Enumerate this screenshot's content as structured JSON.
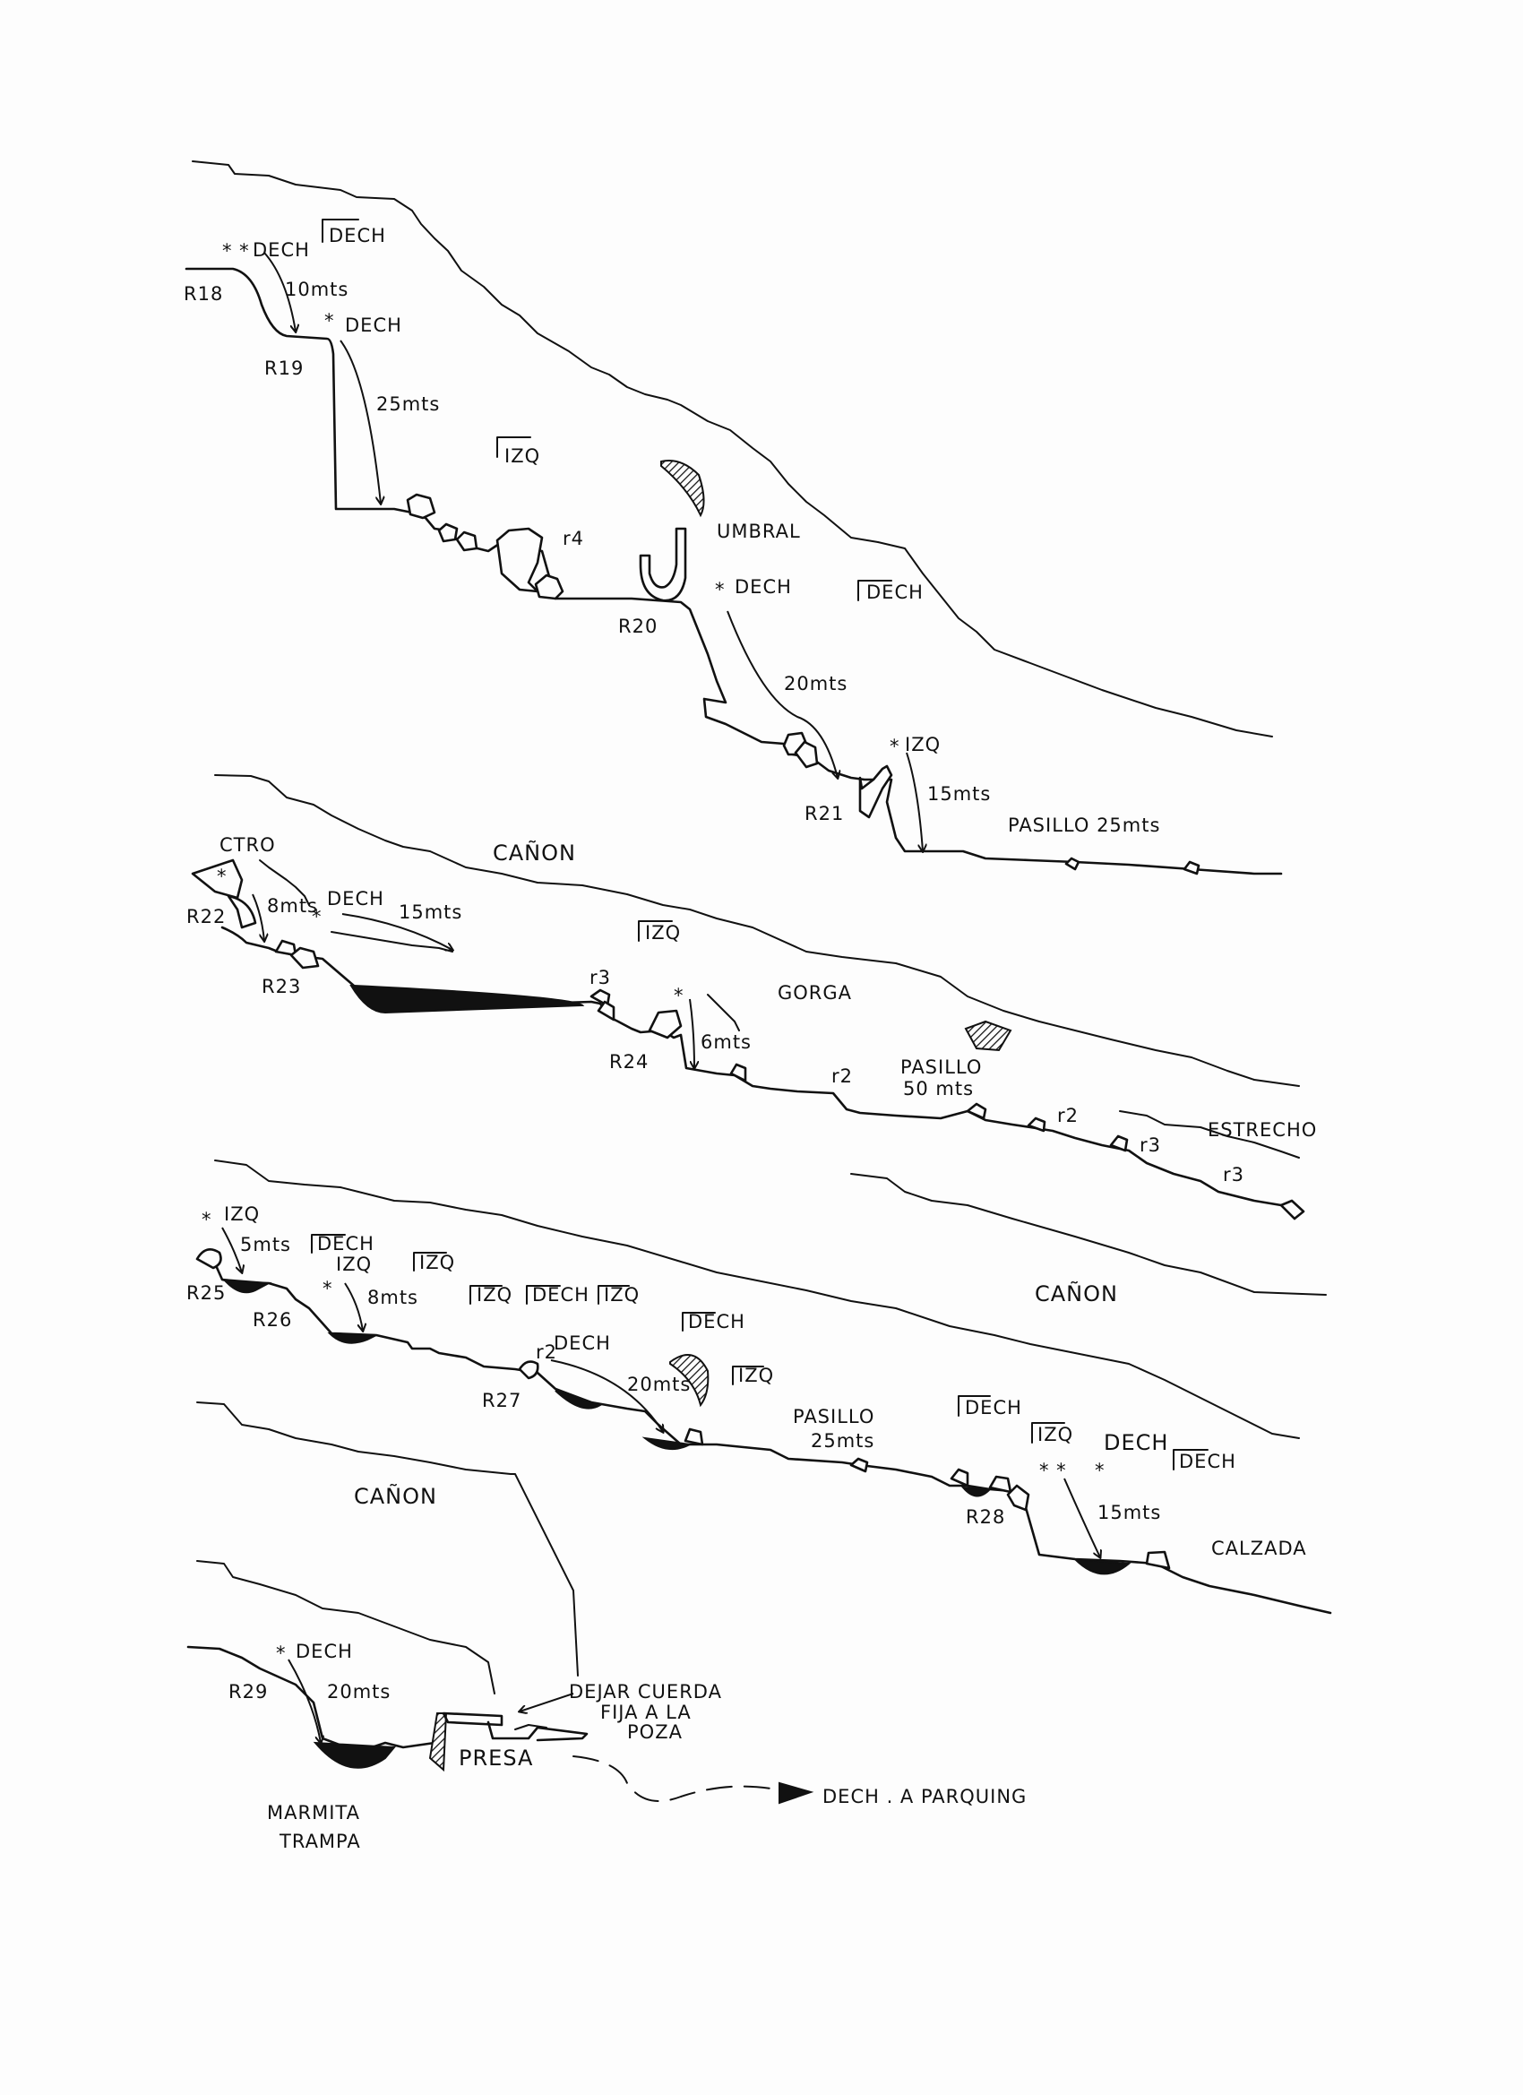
{
  "labels": {
    "r18": "R18",
    "r19": "R19",
    "r20": "R20",
    "r21": "R21",
    "r22": "R22",
    "r23": "R23",
    "r24": "R24",
    "r25": "R25",
    "r26": "R26",
    "r27": "R27",
    "r28": "R28",
    "r29": "R29",
    "dech_r18": "DECH",
    "dech_r19": "DECH",
    "dech_r20": "DECH",
    "dech_r22": "DECH",
    "dech_r27": "DECH",
    "dech_r29": "DECH",
    "dech_r28": "DECH",
    "izq_r21": "IZQ",
    "izq_r25": "IZQ",
    "izq_r26": "IZQ",
    "len_r18": "10mts",
    "len_r19": "25mts",
    "len_r20": "20mts",
    "len_r21": "15mts",
    "len_r22a": "8mts",
    "len_r22b": "15mts",
    "len_r24": "6mts",
    "len_r25": "5mts",
    "len_r26": "8mts",
    "len_r27": "20mts",
    "len_r28": "15mts",
    "len_r29": "20mts",
    "r3a": "r3",
    "r3b": "r3",
    "r3c": "r3",
    "r4": "r4",
    "r2a": "r2",
    "r2b": "r2",
    "r2c": "r2",
    "umbral": "UMBRAL",
    "pasillo1": "PASILLO 25mts",
    "canon1": "CAÑON",
    "canon2": "CAÑON",
    "canon3": "CAÑON",
    "gorga": "GORGA",
    "pasillo2a": "PASILLO",
    "pasillo2b": "50 mts",
    "estrecho": "ESTRECHO",
    "ctro": "CTRO",
    "pasillo3a": "PASILLO",
    "pasillo3b": "25mts",
    "calzada": "CALZADA",
    "dejar1": "DEJAR CUERDA",
    "dejar2": "FIJA A LA",
    "dejar3": "POZA",
    "presa": "PRESA",
    "marmita1": "MARMITA",
    "marmita2": "TRAMPA",
    "exit": "DECH . A PARQUING",
    "side": {
      "s1": "DECH",
      "s2": "IZQ",
      "s3": "DECH",
      "s4": "IZQ",
      "s5": "DECH",
      "s6": "IZQ",
      "s7": "IZQ",
      "s8": "DECH",
      "s9": "IZQ",
      "s10": "DECH",
      "s11": "IZQ",
      "s12": "DECH",
      "s13": "IZQ",
      "s14": "DECH"
    }
  }
}
